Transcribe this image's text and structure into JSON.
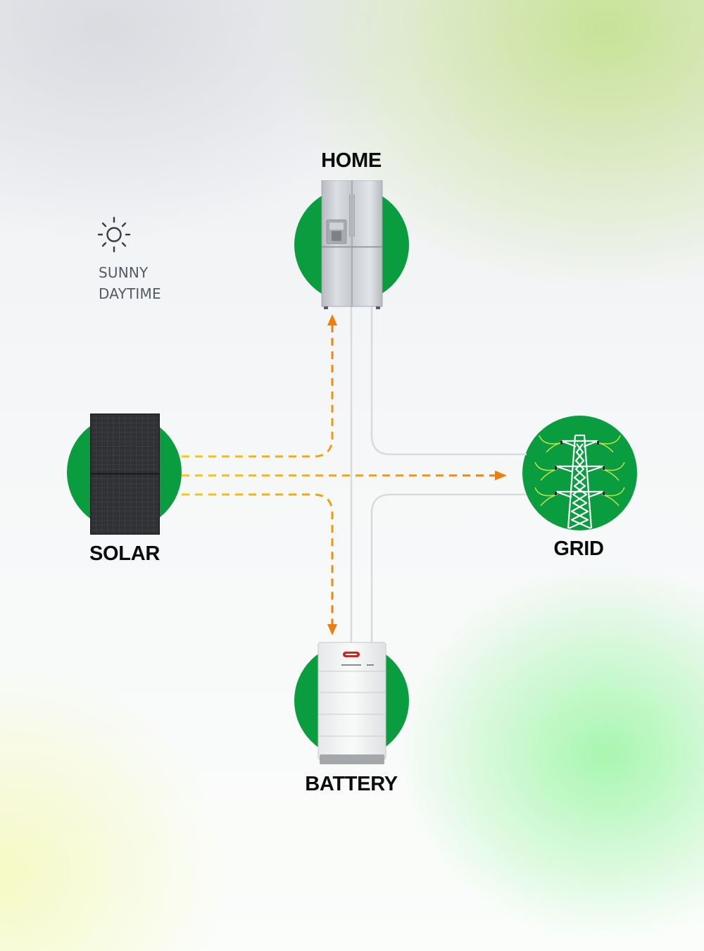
{
  "weather": {
    "icon": "sun-icon",
    "line1": "SUNNY",
    "line2": "DAYTIME"
  },
  "nodes": {
    "home": {
      "label": "HOME",
      "icon": "refrigerator-icon"
    },
    "solar": {
      "label": "SOLAR",
      "icon": "solar-panel-icon"
    },
    "grid": {
      "label": "GRID",
      "icon": "power-pylon-icon"
    },
    "battery": {
      "label": "BATTERY",
      "icon": "battery-storage-icon"
    }
  },
  "colors": {
    "circle": "#0a9d3f",
    "flow_start": "#f6c814",
    "flow_end": "#f07d0c",
    "connector": "#d9dbdb",
    "label": "#0c0c0c"
  },
  "flows": [
    {
      "from": "solar",
      "to": "home",
      "style": "dashed"
    },
    {
      "from": "solar",
      "to": "grid",
      "style": "dashed"
    },
    {
      "from": "solar",
      "to": "battery",
      "style": "dashed"
    }
  ]
}
